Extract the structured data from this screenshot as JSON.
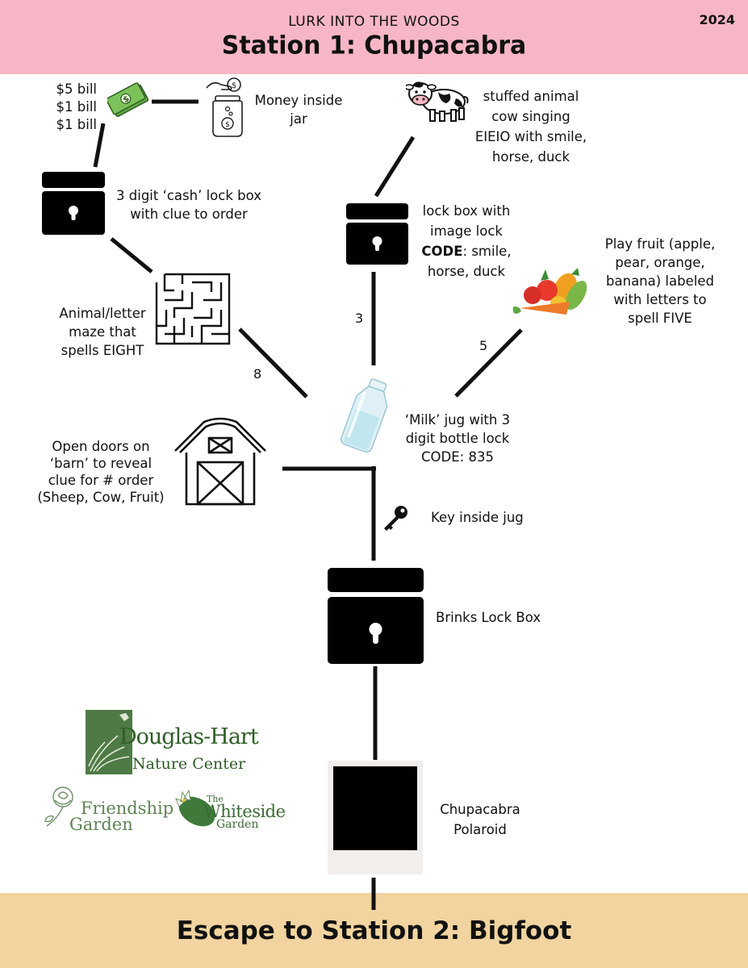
{
  "header": {
    "subtitle": "LURK INTO THE WOODS",
    "title": "Station 1: Chupacabra",
    "year": "2024",
    "background": "#f7b6c6"
  },
  "footer": {
    "title": "Escape to Station 2: Bigfoot",
    "background": "#f1d49f"
  },
  "nodes": {
    "bills": [
      "$5 bill",
      "$1 bill",
      "$1 bill"
    ],
    "money_jar": [
      "Money inside",
      "jar"
    ],
    "cash_lockbox": [
      "3 digit ‘cash’ lock box",
      "with clue to order"
    ],
    "maze": [
      "Animal/letter",
      "maze that",
      "spells EIGHT"
    ],
    "cow": [
      "stuffed animal",
      "cow singing",
      "EIEIO with smile,",
      "horse, duck"
    ],
    "image_lockbox": {
      "line1": "lock box with",
      "line2": "image lock",
      "code_label": "CODE",
      "code_rest": ": smile,",
      "line4": "horse, duck"
    },
    "fruit": [
      "Play fruit (apple,",
      "pear, orange,",
      "banana) labeled",
      "with letters to",
      "spell FIVE"
    ],
    "milk_jug": [
      "‘Milk’ jug with 3",
      "digit bottle lock",
      "CODE: 835"
    ],
    "barn": [
      "Open doors on",
      "‘barn’ to reveal",
      "clue for # order",
      "(Sheep, Cow, Fruit)"
    ],
    "key": "Key inside jug",
    "brinks": "Brinks Lock Box",
    "polaroid": [
      "Chupacabra",
      "Polaroid"
    ]
  },
  "edge_labels": {
    "maze_to_jug": "8",
    "lockbox_to_jug": "3",
    "fruit_to_jug": "5"
  },
  "logos": {
    "douglas_hart": [
      "Douglas-Hart",
      "Nature Center"
    ],
    "friendship": [
      "Friendship",
      "Garden"
    ],
    "whiteside": [
      "The",
      "Whiteside",
      "Garden"
    ]
  },
  "colors": {
    "logo_green": "#4f7a45",
    "bill_green": "#7cc25a",
    "jug_blue": "#bfe4ef"
  }
}
